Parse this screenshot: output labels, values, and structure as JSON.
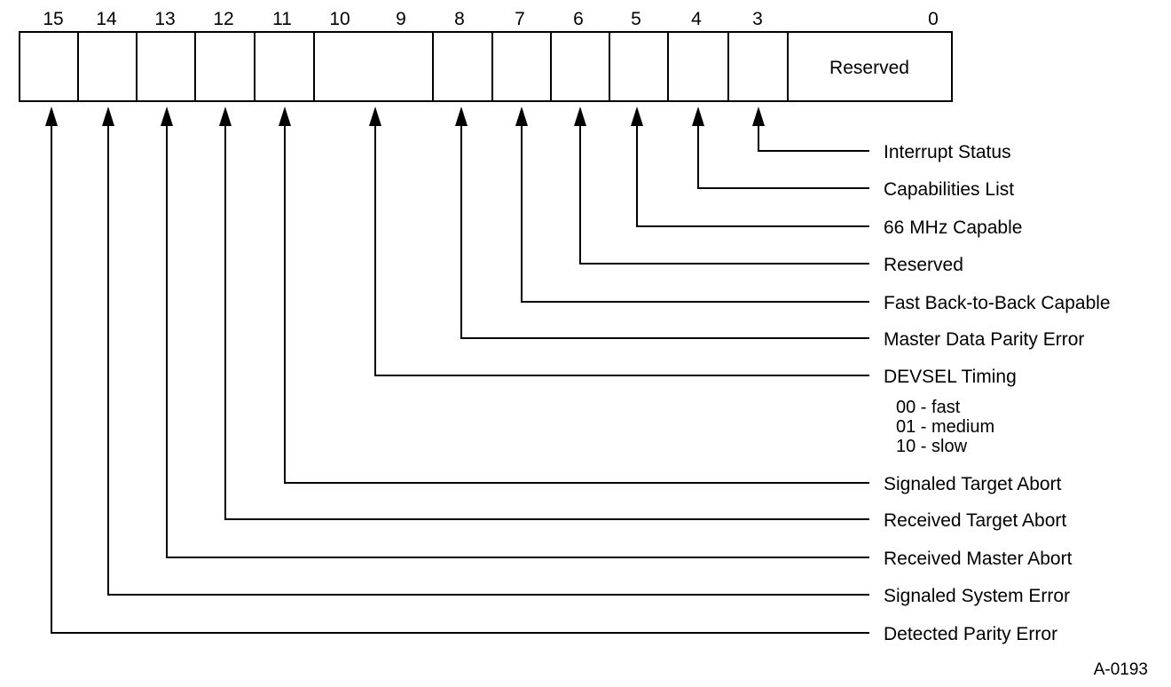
{
  "register": {
    "bit_numbers": [
      "15",
      "14",
      "13",
      "12",
      "11",
      "10",
      "9",
      "8",
      "7",
      "6",
      "5",
      "4",
      "3",
      "0"
    ],
    "reserved_cell_label": "Reserved"
  },
  "fields": [
    {
      "bit": "3",
      "label": "Interrupt Status"
    },
    {
      "bit": "4",
      "label": "Capabilities List"
    },
    {
      "bit": "5",
      "label": "66 MHz Capable"
    },
    {
      "bit": "6",
      "label": "Reserved"
    },
    {
      "bit": "7",
      "label": "Fast Back-to-Back Capable"
    },
    {
      "bit": "8",
      "label": "Master Data Parity Error"
    },
    {
      "bit": "10:9",
      "label": "DEVSEL Timing",
      "encodings": [
        "00 - fast",
        "01 - medium",
        "10 - slow"
      ]
    },
    {
      "bit": "11",
      "label": "Signaled Target Abort"
    },
    {
      "bit": "12",
      "label": "Received Target Abort"
    },
    {
      "bit": "13",
      "label": "Received Master Abort"
    },
    {
      "bit": "14",
      "label": "Signaled System Error"
    },
    {
      "bit": "15",
      "label": "Detected Parity Error"
    }
  ],
  "figure_id": "A-0193"
}
